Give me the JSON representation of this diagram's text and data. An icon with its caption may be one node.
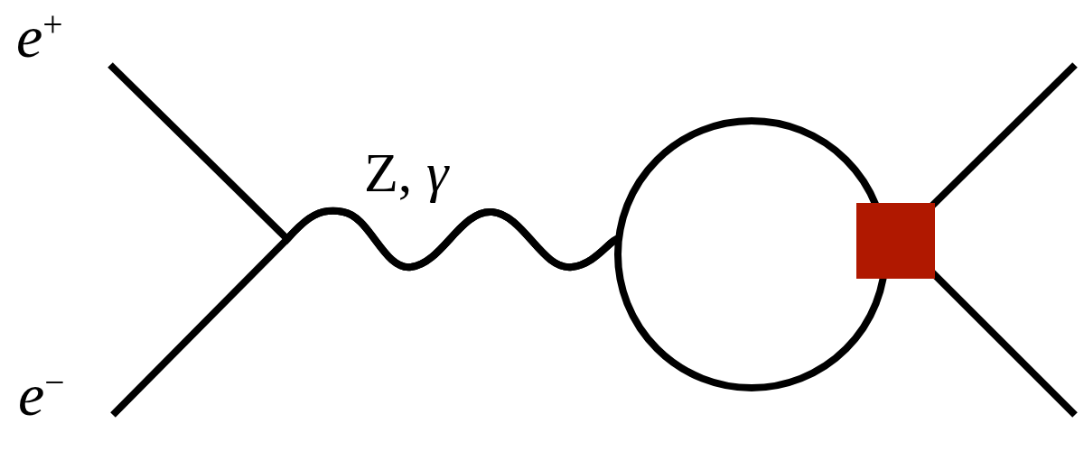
{
  "diagram": {
    "nodes": [
      {
        "text": [
          "*e*$^{+}$"
        ]
      },
      {
        "text": [
          "*e*$^{−}$"
        ]
      },
      {
        "text": [],
        "shape": "circle"
      },
      {
        "text": [],
        "shape": "box"
      }
    ],
    "edges": [
      {
        "from": 0,
        "to": 2,
        "arrow": "none"
      },
      {
        "from": 1,
        "to": 2,
        "arrow": "none"
      },
      {
        "from": 3,
        "to": null,
        "arrow": "none"
      },
      {
        "from": 3,
        "to": null,
        "arrow": "none"
      }
    ],
    "labels": [
      "Z, *γ*"
    ]
  }
}
